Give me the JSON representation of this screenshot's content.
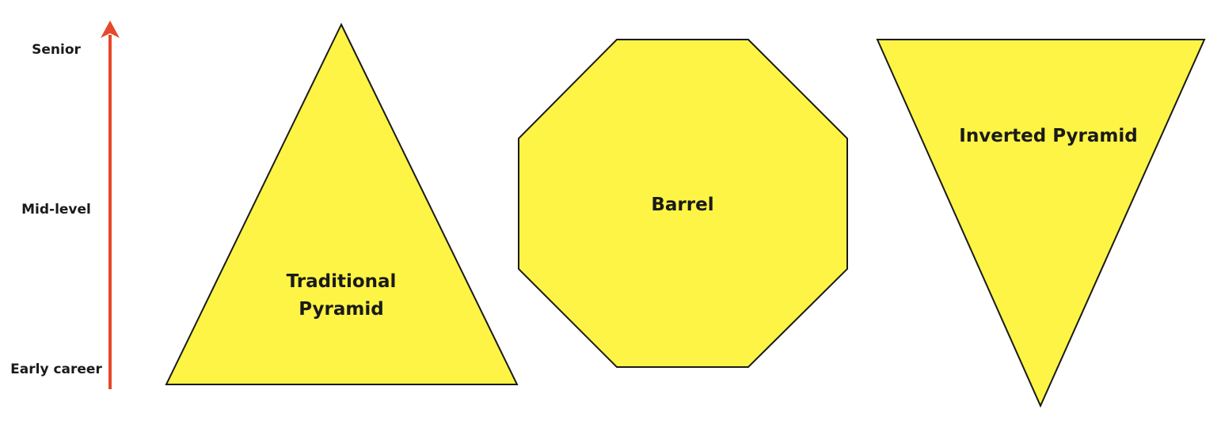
{
  "axis": {
    "levels": {
      "senior": "Senior",
      "mid": "Mid-level",
      "early": "Early career"
    },
    "arrow_color": "#e8472b"
  },
  "shapes": {
    "traditional": {
      "label_line1": "Traditional",
      "label_line2": "Pyramid"
    },
    "barrel": {
      "label": "Barrel"
    },
    "inverted": {
      "label": "Inverted Pyramid"
    }
  },
  "colors": {
    "shape_fill": "#fdf445",
    "shape_stroke": "#1a1a1a",
    "text": "#1a1a1a"
  }
}
